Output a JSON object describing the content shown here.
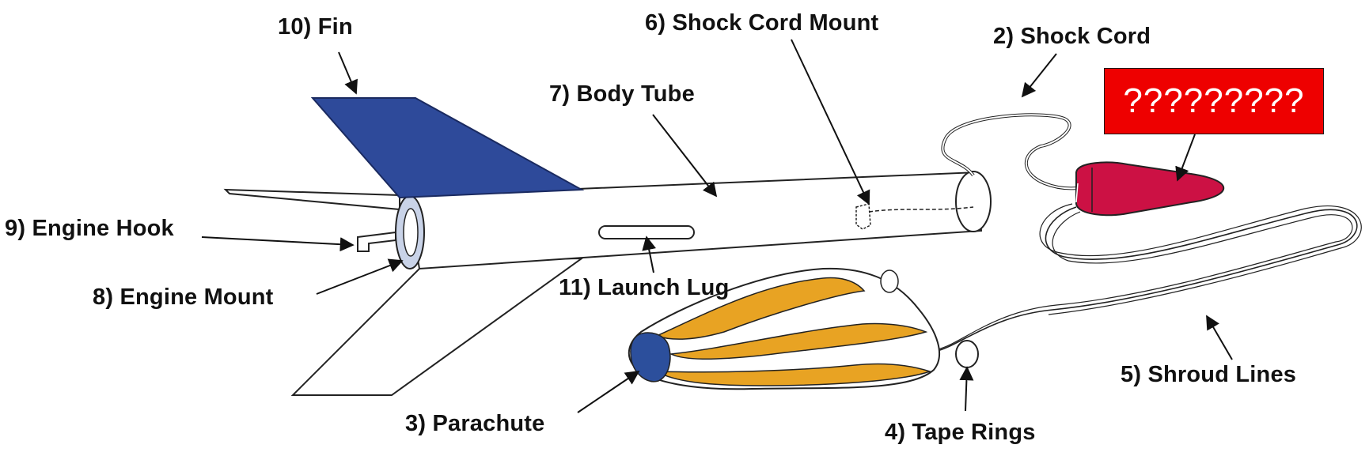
{
  "labels": {
    "fin": "10) Fin",
    "shock_cord_mount": "6) Shock Cord Mount",
    "shock_cord": "2) Shock Cord",
    "body_tube": "7) Body Tube",
    "engine_hook": "9) Engine Hook",
    "engine_mount": "8) Engine Mount",
    "launch_lug": "11) Launch Lug",
    "shroud_lines": "5) Shroud Lines",
    "parachute": "3) Parachute",
    "tape_rings": "4) Tape Rings"
  },
  "redacted_label": {
    "text": "?????????",
    "background": "#ee0000"
  },
  "colors": {
    "fin": "#2e4a9a",
    "nose_cone": "#cc1144",
    "parachute": "#e8a323",
    "parachute_band": "#2c4f9c",
    "outline": "#222222"
  }
}
